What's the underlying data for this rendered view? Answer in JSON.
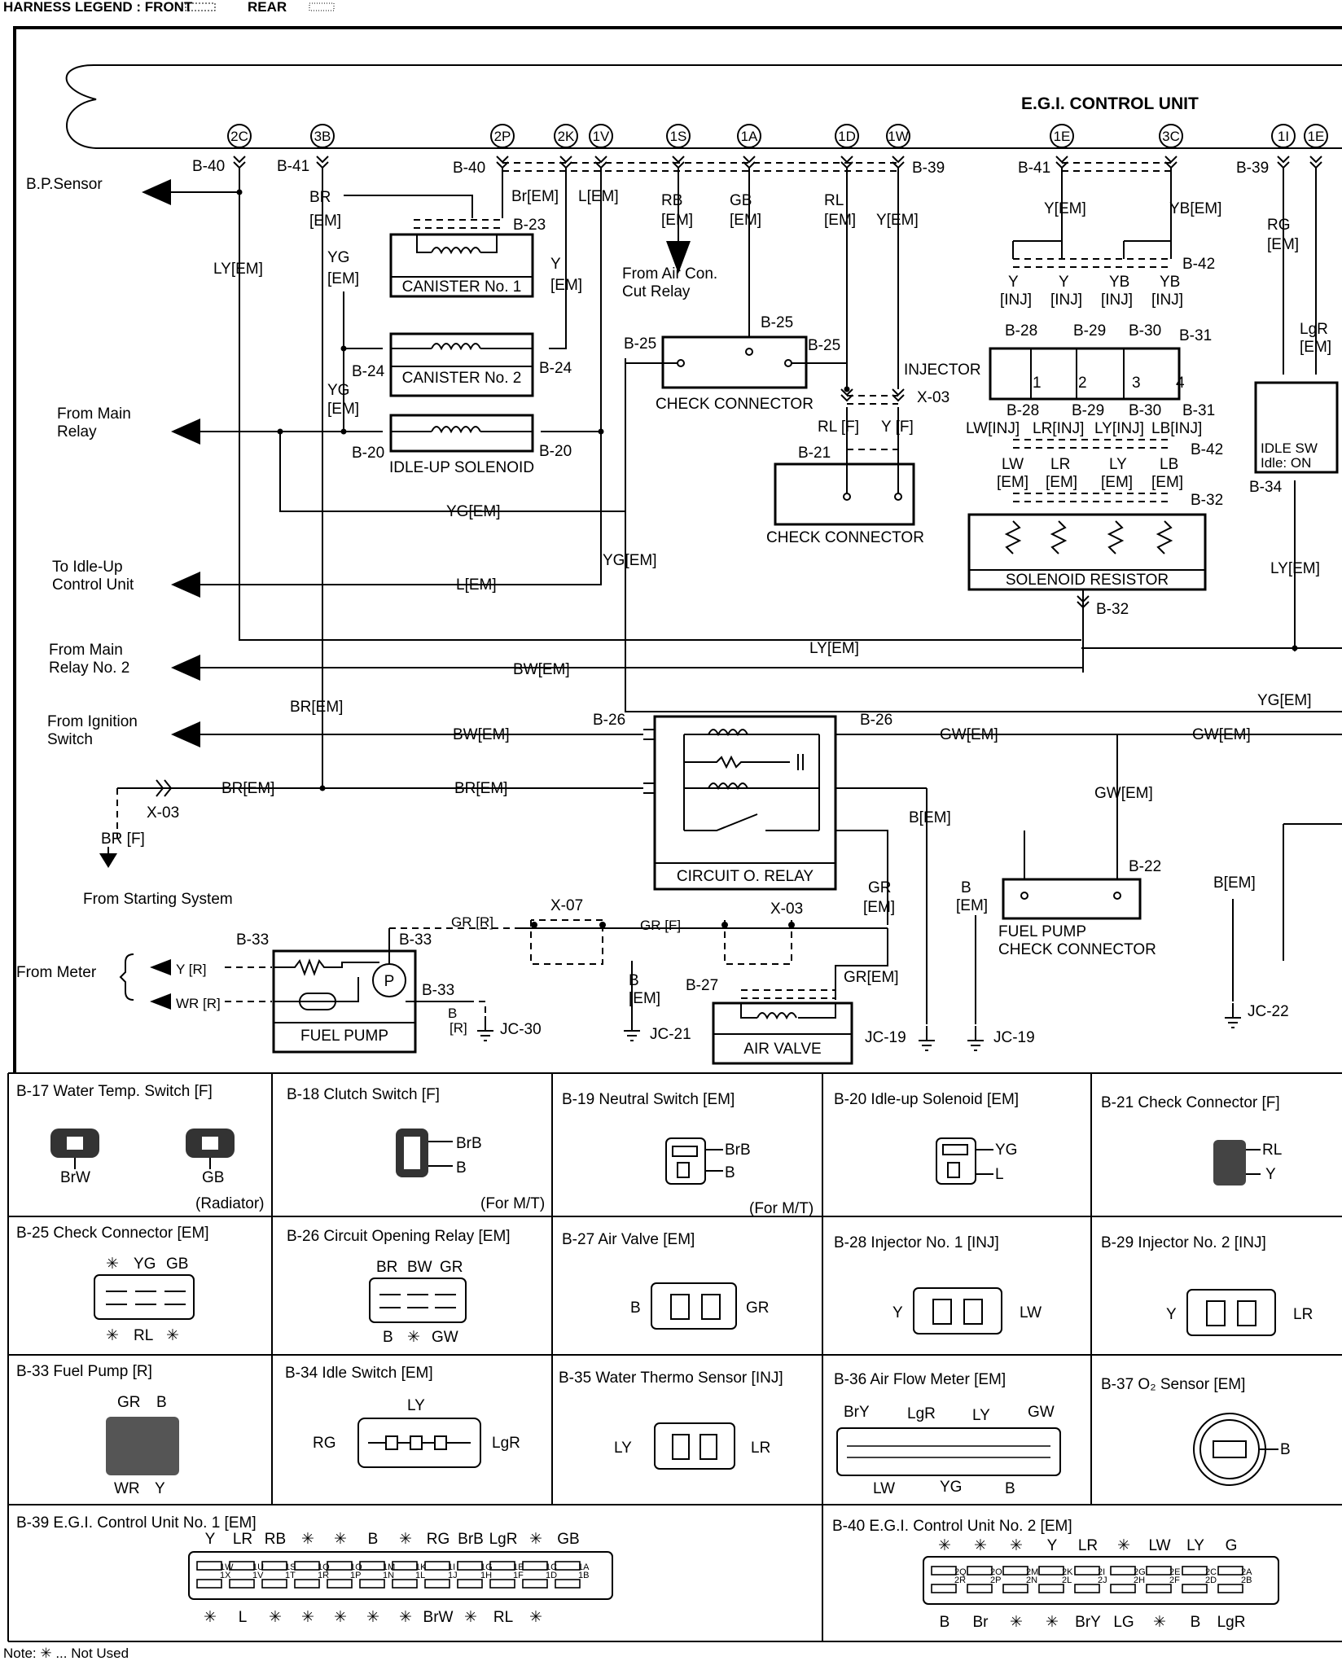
{
  "header": {
    "legend": "HARNESS LEGEND : FRONT",
    "rear": "REAR",
    "unit_title": "E.G.I. CONTROL UNIT"
  },
  "terminals": [
    "2C",
    "3B",
    "2P",
    "2K",
    "1V",
    "1S",
    "1A",
    "1D",
    "1W",
    "1E",
    "3C",
    "1I",
    "1E"
  ],
  "connector_labels": {
    "b40a": "B-40",
    "b41a": "B-41",
    "b40b": "B-40",
    "b39a": "B-39",
    "b41b": "B-41",
    "b39b": "B-39",
    "b23": "B-23",
    "b24a": "B-24",
    "b24b": "B-24",
    "b20a": "B-20",
    "b20b": "B-20",
    "b25a": "B-25",
    "b25b": "B-25",
    "b25c": "B-25",
    "b21": "B-21",
    "x03a": "X-03",
    "b42a": "B-42",
    "b28a": "B-28",
    "b29a": "B-29",
    "b30a": "B-30",
    "b31a": "B-31",
    "b28b": "B-28",
    "b29b": "B-29",
    "b30b": "B-30",
    "b31b": "B-31",
    "b42b": "B-42",
    "b32a": "B-32",
    "b32b": "B-32",
    "b34": "B-34",
    "b26a": "B-26",
    "b26b": "B-26",
    "x03b": "X-03",
    "b22": "B-22",
    "b33a": "B-33",
    "b33b": "B-33",
    "b33c": "B-33",
    "x07": "X-07",
    "x03c": "X-03",
    "b27": "B-27",
    "jc30": "JC-30",
    "jc21": "JC-21",
    "jc19a": "JC-19",
    "jc19b": "JC-19",
    "jc22": "JC-22"
  },
  "wire_labels": {
    "br_em_a": "BR",
    "br_em_b": "[EM]",
    "br_top": "Br[EM]",
    "l_em_top": "L[EM]",
    "rb": "RB",
    "rb2": "[EM]",
    "gb": "GB",
    "gb2": "[EM]",
    "rl": "RL",
    "rl2": "[EM]",
    "y_em_top": "Y[EM]",
    "ly_em_left": "LY[EM]",
    "yg_a": "YG",
    "yg_a2": "[EM]",
    "y_a": "Y",
    "y_a2": "[EM]",
    "yg_b": "YG",
    "yg_b2": "[EM]",
    "rl_f": "RL [F]",
    "y_f": "Y [F]",
    "yg_em_mid": "YG[EM]",
    "l_em_mid": "L[EM]",
    "yg_em_v": "YG[EM]",
    "ly_em_long": "LY[EM]",
    "bw_em_a": "BW[EM]",
    "yg_em_right": "YG[EM]",
    "br_em_c": "BR[EM]",
    "bw_em_b": "BW[EM]",
    "br_em_d": "BR[EM]",
    "br_em_e": "BR[EM]",
    "br_f": "BR [F]",
    "gw_em_a": "GW[EM]",
    "gw_em_b": "GW[EM]",
    "gw_em_c": "GW[EM]",
    "b_em_a": "B[EM]",
    "gr_em_a": "GR",
    "gr_em_a2": "[EM]",
    "b_em_b": "B",
    "b_em_b2": "[EM]",
    "b_em_c": "B[EM]",
    "gr_r": "GR [R]",
    "gr_f": "GR [F]",
    "y_r": "Y [R]",
    "wr_r": "WR [R]",
    "b_r": "B",
    "b_r2": "[R]",
    "b_em_d": "B",
    "b_em_d2": "[EM]",
    "gr_em_b": "GR[EM]",
    "y_em_1e": "Y[EM]",
    "yb_em": "YB[EM]",
    "rg_em": "RG",
    "rg_em2": "[EM]",
    "lgr_em": "LgR",
    "lgr_em2": "[EM]",
    "ly_em_right": "LY[EM]",
    "inj_y1": "Y",
    "inj_y2": "Y",
    "inj_yb1": "YB",
    "inj_yb2": "YB",
    "inj1": "[INJ]",
    "inj2": "[INJ]",
    "inj3": "[INJ]",
    "inj4": "[INJ]",
    "lw_inj": "LW[INJ]",
    "lr_inj": "LR[INJ]",
    "ly_inj": "LY[INJ]",
    "lb_inj": "LB[INJ]",
    "lw_em": "LW",
    "lr_em": "LR",
    "ly_em2": "LY",
    "lb_em": "LB",
    "em1": "[EM]",
    "em2": "[EM]",
    "em3": "[EM]",
    "em4": "[EM]"
  },
  "components": {
    "canister1": "CANISTER No. 1",
    "canister2": "CANISTER No. 2",
    "idle_up": "IDLE-UP SOLENOID",
    "check_conn1": "CHECK CONNECTOR",
    "check_conn2": "CHECK CONNECTOR",
    "injector": "INJECTOR",
    "inj_nums": [
      "1",
      "2",
      "3",
      "4"
    ],
    "sol_res": "SOLENOID RESISTOR",
    "idle_sw": "IDLE SW",
    "idle_on": "Idle: ON",
    "cor": "CIRCUIT O. RELAY",
    "fp_check": "FUEL PUMP",
    "fp_check2": "CHECK CONNECTOR",
    "fuel_pump": "FUEL PUMP",
    "air_valve": "AIR VALVE",
    "p": "P"
  },
  "left_labels": {
    "bp": "B.P.Sensor",
    "main_relay": "From Main",
    "main_relay2": "Relay",
    "idle_ctrl": "To Idle-Up",
    "idle_ctrl2": "Control Unit",
    "main_relay_2": "From Main",
    "main_relay_2b": "Relay No. 2",
    "ign": "From Ignition",
    "ign2": "Switch",
    "start": "From Starting System",
    "meter": "From Meter",
    "aircon": "From Air Con.",
    "aircon2": "Cut Relay"
  },
  "connector_table": [
    {
      "title": "B-17 Water Temp. Switch [F]",
      "pins": [
        "BrW",
        "GB"
      ],
      "note": "(Radiator)"
    },
    {
      "title": "B-18 Clutch Switch [F]",
      "pins": [
        "BrB",
        "B"
      ],
      "note": "(For M/T)"
    },
    {
      "title": "B-19 Neutral Switch [EM]",
      "pins": [
        "BrB",
        "B"
      ],
      "note": "(For M/T)"
    },
    {
      "title": "B-20 Idle-up Solenoid [EM]",
      "pins": [
        "YG",
        "L"
      ],
      "note": ""
    },
    {
      "title": "B-21  Check Connector [F]",
      "pins": [
        "RL",
        "Y"
      ],
      "note": ""
    },
    {
      "title": "B-25 Check Connector [EM]",
      "pins": [
        "✳",
        "YG",
        "GB",
        "✳",
        "RL",
        "✳"
      ],
      "note": ""
    },
    {
      "title": "B-26 Circuit Opening Relay [EM]",
      "pins": [
        "BR",
        "BW",
        "GR",
        "B",
        "✳",
        "GW"
      ],
      "note": ""
    },
    {
      "title": "B-27 Air Valve [EM]",
      "pins": [
        "B",
        "GR"
      ],
      "note": ""
    },
    {
      "title": "B-28 Injector No. 1 [INJ]",
      "pins": [
        "Y",
        "LW"
      ],
      "note": ""
    },
    {
      "title": "B-29 Injector No. 2 [INJ]",
      "pins": [
        "Y",
        "LR"
      ],
      "note": ""
    },
    {
      "title": "B-33 Fuel Pump [R]",
      "pins": [
        "GR",
        "B",
        "WR",
        "Y"
      ],
      "note": ""
    },
    {
      "title": "B-34 Idle Switch [EM]",
      "pins": [
        "LY",
        "RG",
        "LgR"
      ],
      "note": ""
    },
    {
      "title": "B-35 Water Thermo Sensor [INJ]",
      "pins": [
        "LY",
        "LR"
      ],
      "note": ""
    },
    {
      "title": "B-36 Air Flow Meter [EM]",
      "pins": [
        "BrY",
        "LgR",
        "LY",
        "GW",
        "LW",
        "YG",
        "B"
      ],
      "note": ""
    },
    {
      "title": "B-37 O₂ Sensor [EM]",
      "pins": [
        "B"
      ],
      "note": ""
    }
  ],
  "ecu1": {
    "title": "B-39 E.G.I. Control Unit No. 1 [EM]",
    "top": [
      "Y",
      "LR",
      "RB",
      "✳",
      "✳",
      "B",
      "✳",
      "RG",
      "BrB",
      "LgR",
      "✳",
      "GB"
    ],
    "top_pins": [
      "1W",
      "1U",
      "1S",
      "1Q",
      "1O",
      "1M",
      "1K",
      "1I",
      "1G",
      "1E",
      "1C",
      "1A"
    ],
    "bot_pins": [
      "1X",
      "1V",
      "1T",
      "1R",
      "1P",
      "1N",
      "1L",
      "1J",
      "1H",
      "1F",
      "1D",
      "1B"
    ],
    "bot": [
      "✳",
      "L",
      "✳",
      "✳",
      "✳",
      "✳",
      "✳",
      "BrW",
      "✳",
      "RL",
      "✳"
    ]
  },
  "ecu2": {
    "title": "B-40 E.G.I. Control Unit No. 2 [EM]",
    "top": [
      "✳",
      "✳",
      "✳",
      "Y",
      "LR",
      "✳",
      "LW",
      "LY",
      "G"
    ],
    "top_pins": [
      "2Q",
      "2O",
      "2M",
      "2K",
      "2I",
      "2G",
      "2E",
      "2C",
      "2A"
    ],
    "bot_pins": [
      "2R",
      "2P",
      "2N",
      "2L",
      "2J",
      "2H",
      "2F",
      "2D",
      "2B"
    ],
    "bot": [
      "B",
      "Br",
      "✳",
      "✳",
      "BrY",
      "LG",
      "✳",
      "B",
      "LgR"
    ]
  },
  "note": "Note:  ✳ ... Not Used"
}
